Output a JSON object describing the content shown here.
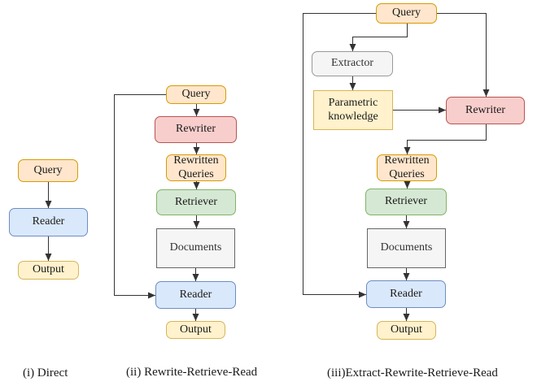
{
  "canvas": {
    "background": "#ffffff"
  },
  "palette": {
    "orange_fill": "#FFE6CC",
    "orange_stroke": "#D79B00",
    "red_fill": "#F8CECC",
    "red_stroke": "#B85450",
    "green_fill": "#D5E8D4",
    "green_stroke": "#82B366",
    "blue_fill": "#DAE8FC",
    "blue_stroke": "#6C8EBF",
    "yellow_fill": "#FFF2CC",
    "yellow_stroke": "#D6B656",
    "gray_fill": "#F5F5F5",
    "gray_stroke": "#666666",
    "light_gray_stroke": "#999999",
    "edge_color": "#333333"
  },
  "diagrams": [
    {
      "caption": "(i) Direct",
      "nodes": {
        "query": "Query",
        "reader": "Reader",
        "output": "Output"
      }
    },
    {
      "caption": "(ii) Rewrite-Retrieve-Read",
      "nodes": {
        "query": "Query",
        "rewriter": "Rewriter",
        "rewritten_queries": "Rewritten Queries",
        "retriever": "Retriever",
        "documents": "Documents",
        "reader": "Reader",
        "output": "Output"
      }
    },
    {
      "caption": "(iii)Extract-Rewrite-Retrieve-Read",
      "nodes": {
        "query": "Query",
        "extractor": "Extractor",
        "parametric_knowledge": "Parametric knowledge",
        "rewriter": "Rewriter",
        "rewritten_queries": "Rewritten Queries",
        "retriever": "Retriever",
        "documents": "Documents",
        "reader": "Reader",
        "output": "Output"
      }
    }
  ]
}
